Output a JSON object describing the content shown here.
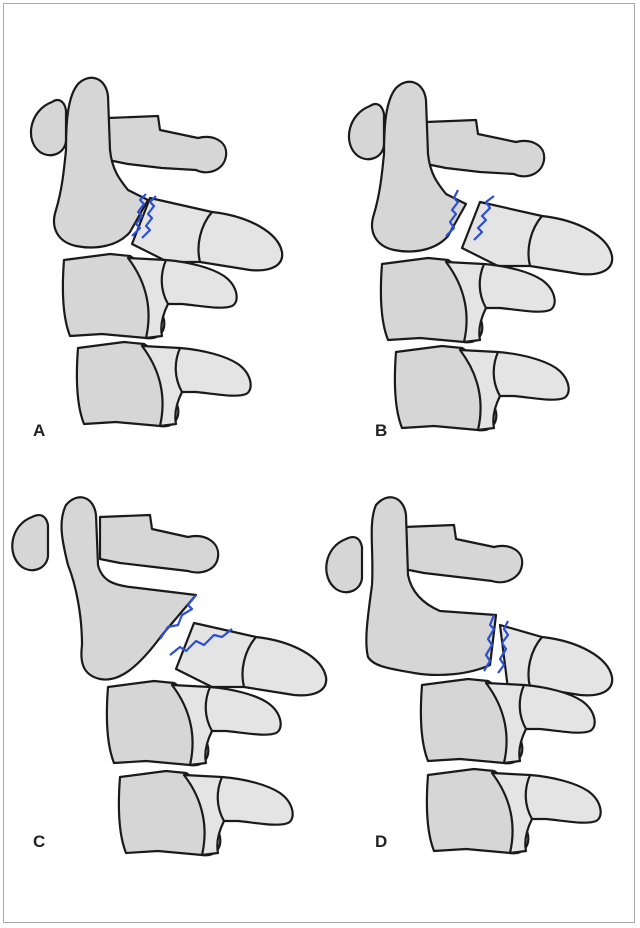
{
  "panels": [
    {
      "id": "A",
      "label": "A",
      "fracture": "double-line-body-pedicle"
    },
    {
      "id": "B",
      "label": "B",
      "fracture": "separated-fragment-gap"
    },
    {
      "id": "C",
      "label": "C",
      "fracture": "low-oblique-body"
    },
    {
      "id": "D",
      "label": "D",
      "fracture": "vertical-posterior-elements"
    }
  ],
  "colors": {
    "bone_fill": "#d6d6d6",
    "outline": "#1a1a1a",
    "fracture_line": "#2a4fd6",
    "frame_border": "#a9a9a9"
  }
}
